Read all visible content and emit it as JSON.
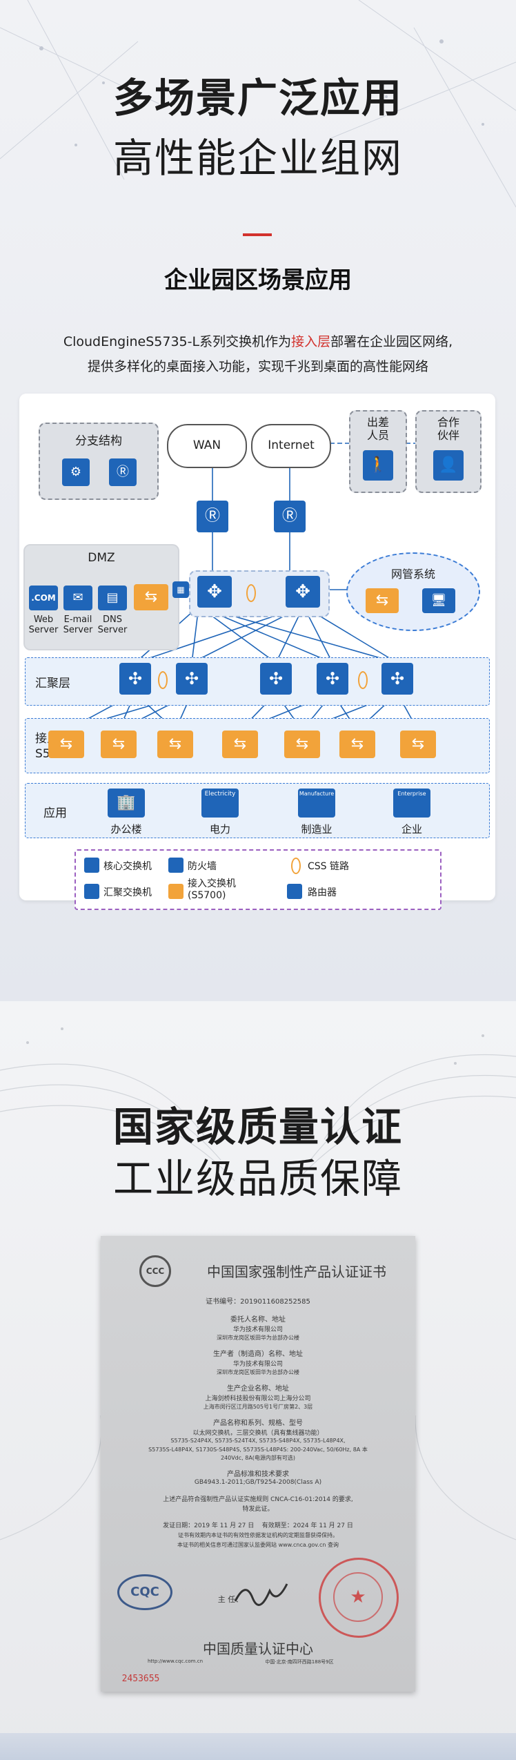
{
  "section1": {
    "headline_line1": "多场景广泛应用",
    "headline_line2": "高性能企业组网",
    "subtitle": "企业园区场景应用",
    "desc_part1": "CloudEngineS5735-L系列交换机作为",
    "desc_highlight": "接入层",
    "desc_part2": "部署在企业园区网络,",
    "desc_line2": "提供多样化的桌面接入功能，实现千兆到桌面的高性能网络",
    "accent_color": "#d2322d"
  },
  "diagram": {
    "branch_label": "分支结构",
    "wan_label": "WAN",
    "internet_label": "Internet",
    "travel_label_1": "出差",
    "travel_label_2": "人员",
    "partner_label_1": "合作",
    "partner_label_2": "伙伴",
    "dmz_label": "DMZ",
    "com_label": ".COM",
    "web_label_1": "Web",
    "web_label_2": "Server",
    "email_label_1": "E-mail",
    "email_label_2": "Server",
    "dns_label_1": "DNS",
    "dns_label_2": "Server",
    "nms_label": "网管系统",
    "agg_tier_label": "汇聚层",
    "access_tier_label_1": "接入层",
    "access_tier_label_2": "S5700",
    "app_tier_label": "应用",
    "app_office": "办公楼",
    "app_power": "电力",
    "app_manufacturing": "制造业",
    "app_enterprise": "企业",
    "app_power_badge": "Electricity",
    "app_manufacturing_badge": "Manufacture",
    "app_enterprise_badge": "Enterprise",
    "legend": {
      "core_switch": "核心交换机",
      "firewall": "防火墙",
      "css_link": "CSS 链路",
      "agg_switch": "汇聚交换机",
      "access_switch_1": "接入交换机",
      "access_switch_2": "(S5700)",
      "router": "路由器"
    },
    "switch_blue": "#1f65b8",
    "switch_orange": "#f2a33a"
  },
  "section2": {
    "headline_line1": "国家级质量认证",
    "headline_line2": "工业级品质保障"
  },
  "certificate": {
    "title": "中国国家强制性产品认证证书",
    "ccc_mark": "CCC",
    "cert_no_label": "证书编号：",
    "cert_no": "2019011608252585",
    "applicant_label": "委托人名称、地址",
    "applicant_name": "华为技术有限公司",
    "applicant_addr": "深圳市龙岗区坂田华为总部办公楼",
    "manufacturer_label": "生产者（制造商）名称、地址",
    "manufacturer_name": "华为技术有限公司",
    "manufacturer_addr": "深圳市龙岗区坂田华为总部办公楼",
    "factory_label": "生产企业名称、地址",
    "factory_name": "上海剑桥科技股份有限公司上海分公司",
    "factory_addr": "上海市闵行区江月路505号1号厂房第2、3层",
    "product_label": "产品名称和系列、规格、型号",
    "product_name": "以太网交换机，三层交换机（具有集线器功能）",
    "product_models_1": "S5735-S24P4X, S5735-S24T4X, S5735-S48P4X, S5735-L48P4X,",
    "product_models_2": "S5735S-L48P4X, S1730S-S48P4S, S5735S-L48P4S: 200-240Vac, 50/60Hz, 8A 本",
    "product_models_3": "240Vdc, 8A(电源内部有可选)",
    "standard_label": "产品标准和技术要求",
    "standard": "GB4943.1-2011;GB/T9254-2008(Class A)",
    "rule_text_1": "上述产品符合强制性产品认证实施规则 CNCA-C16-01:2014 的要求,",
    "rule_text_2": "特发此证。",
    "issue_label": "发证日期：",
    "issue_date": "2019 年 11 月 27 日",
    "expire_label": "有效期至：",
    "expire_date": "2024 年 11 月 27 日",
    "validity_note": "证书有效期内本证书的有效性依据发证机构的定期监督获得保持。",
    "query_note": "本证书的相关信息可通过国家认监委网站 www.cnca.gov.cn 查询",
    "cqc_mark": "CQC",
    "chairman_label": "主    任：",
    "center_name": "中国质量认证中心",
    "footer_url": "http://www.cqc.com.cn",
    "footer_addr": "中国·北京·南四环西路188号9区",
    "serial": "2453655"
  }
}
